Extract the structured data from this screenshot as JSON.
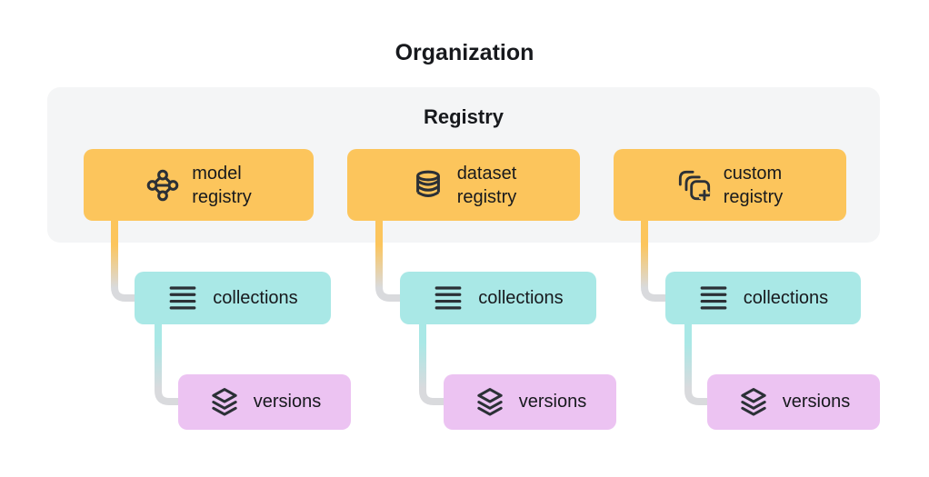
{
  "title": "Organization",
  "registry_panel": {
    "label": "Registry"
  },
  "colors": {
    "registry_box": "#FCC55C",
    "collections_box": "#A9E8E6",
    "versions_box": "#ECC3F2",
    "panel_bg": "#F4F5F6",
    "connector": "#D9DADD",
    "ink": "#17191D",
    "icon_ink": "#2B3036"
  },
  "columns": [
    {
      "registry": {
        "label_line1": "model",
        "label_line2": "registry",
        "icon": "model-graph-icon"
      },
      "collections": {
        "label": "collections",
        "icon": "list-lines-icon"
      },
      "versions": {
        "label": "versions",
        "icon": "layers-stack-icon"
      }
    },
    {
      "registry": {
        "label_line1": "dataset",
        "label_line2": "registry",
        "icon": "database-icon"
      },
      "collections": {
        "label": "collections",
        "icon": "list-lines-icon"
      },
      "versions": {
        "label": "versions",
        "icon": "layers-stack-icon"
      }
    },
    {
      "registry": {
        "label_line1": "custom",
        "label_line2": "registry",
        "icon": "copy-plus-icon"
      },
      "collections": {
        "label": "collections",
        "icon": "list-lines-icon"
      },
      "versions": {
        "label": "versions",
        "icon": "layers-stack-icon"
      }
    }
  ]
}
